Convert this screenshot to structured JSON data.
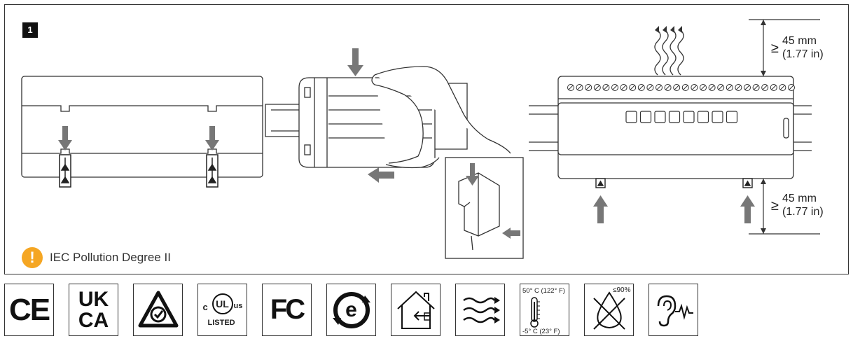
{
  "step": {
    "number": "1"
  },
  "clearance": {
    "top": {
      "symbol": "≥",
      "metric": "45 mm",
      "imperial": "(1.77 in)"
    },
    "bottom": {
      "symbol": "≥",
      "metric": "45 mm",
      "imperial": "(1.77 in)"
    }
  },
  "pollution": {
    "icon": "warning-icon",
    "text": "IEC Pollution Degree II",
    "color": "#f5a623"
  },
  "certifications": [
    {
      "name": "ce",
      "text": "CE"
    },
    {
      "name": "ukca",
      "line1": "UK",
      "line2": "CA"
    },
    {
      "name": "rcm",
      "icon": "rcm-mark-icon"
    },
    {
      "name": "ul",
      "left": "c",
      "center": "UL",
      "right": "us",
      "bottom": "LISTED"
    },
    {
      "name": "fcc",
      "text": "FC"
    },
    {
      "name": "china-rohs",
      "text": "e"
    },
    {
      "name": "indoor-use",
      "icon": "indoor-use-icon"
    },
    {
      "name": "ventilation",
      "icon": "airflow-icon"
    },
    {
      "name": "temperature",
      "high": "50° C (122° F)",
      "low": "-5° C (23° F)"
    },
    {
      "name": "humidity",
      "text": "≤90%"
    },
    {
      "name": "hearing",
      "icon": "ear-sound-icon"
    }
  ]
}
